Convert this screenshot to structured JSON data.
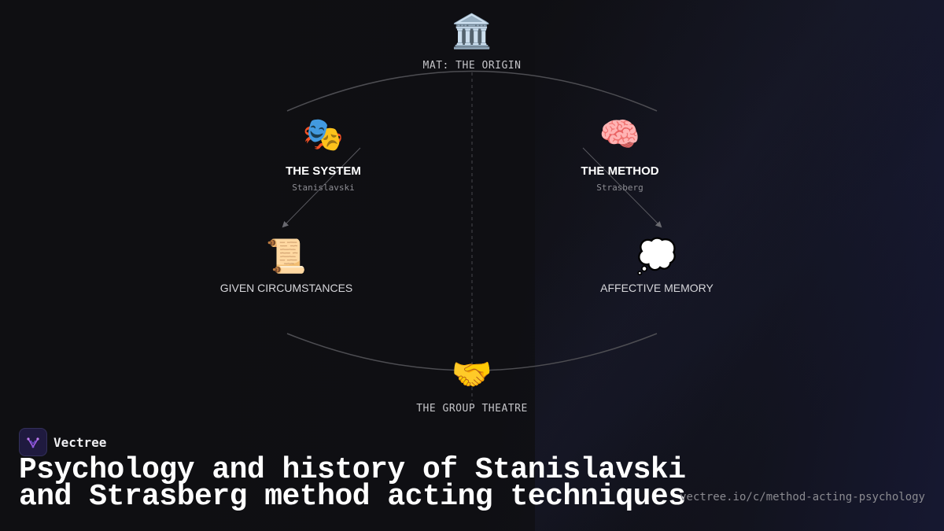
{
  "nodes": {
    "origin": {
      "icon": "classical-building-icon",
      "glyph": "🏛️",
      "label": "MAT: THE ORIGIN"
    },
    "system": {
      "icon": "performing-arts-icon",
      "glyph": "🎭",
      "title": "THE SYSTEM",
      "subtitle": "Stanislavski"
    },
    "method": {
      "icon": "brain-icon",
      "glyph": "🧠",
      "title": "THE METHOD",
      "subtitle": "Strasberg"
    },
    "given": {
      "icon": "scroll-icon",
      "glyph": "📜",
      "label": "GIVEN CIRCUMSTANCES"
    },
    "affective": {
      "icon": "thought-balloon-icon",
      "glyph": "💭",
      "label": "AFFECTIVE MEMORY"
    },
    "group": {
      "icon": "handshake-icon",
      "glyph": "🤝",
      "label": "THE GROUP THEATRE"
    }
  },
  "brand": {
    "name": "Vectree",
    "logo_icon": "vectree-logo-icon"
  },
  "headline": {
    "line1": "Psychology and history of Stanislavski",
    "line2": "and Strasberg method acting techniques"
  },
  "url": "vectree.io/c/method-acting-psychology",
  "colors": {
    "background": "#0f0f12",
    "connector": "#555559",
    "logo_accent": "#a35ee8"
  }
}
